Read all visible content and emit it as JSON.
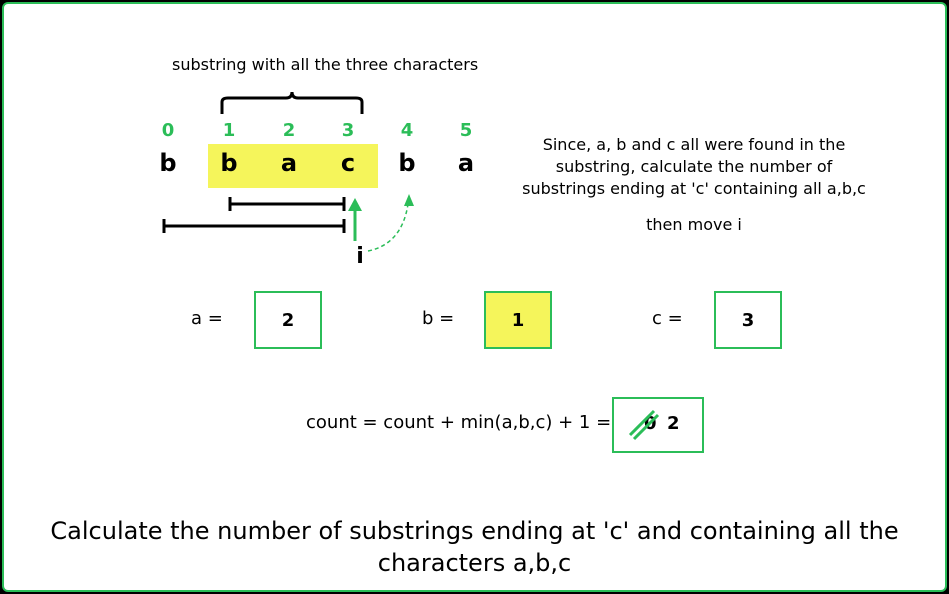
{
  "bracket_label": "substring with all the three characters",
  "indices": [
    "0",
    "1",
    "2",
    "3",
    "4",
    "5"
  ],
  "characters": [
    "b",
    "b",
    "a",
    "c",
    "b",
    "a"
  ],
  "highlight_range": [
    1,
    3
  ],
  "description": {
    "lines": [
      "Since, a, b and c all were found in the",
      "substring, calculate the number of",
      "substrings ending at 'c' containing all a,b,c"
    ],
    "move": "then move i"
  },
  "pointer_label": "i",
  "counts": [
    {
      "label": "a =",
      "value": "2",
      "highlighted": false
    },
    {
      "label": "b =",
      "value": "1",
      "highlighted": true
    },
    {
      "label": "c =",
      "value": "3",
      "highlighted": false
    }
  ],
  "count_formula": "count = count +  min(a,b,c) + 1 =",
  "count_old_value": "0",
  "count_new_value": "2",
  "caption": {
    "line1": "Calculate the number of substrings ending at 'c' and containing all the",
    "line2": "characters a,b,c"
  },
  "colors": {
    "accent_green": "#2bbd58",
    "highlight_yellow": "#f5f55b",
    "frame_bg": "#000000"
  }
}
